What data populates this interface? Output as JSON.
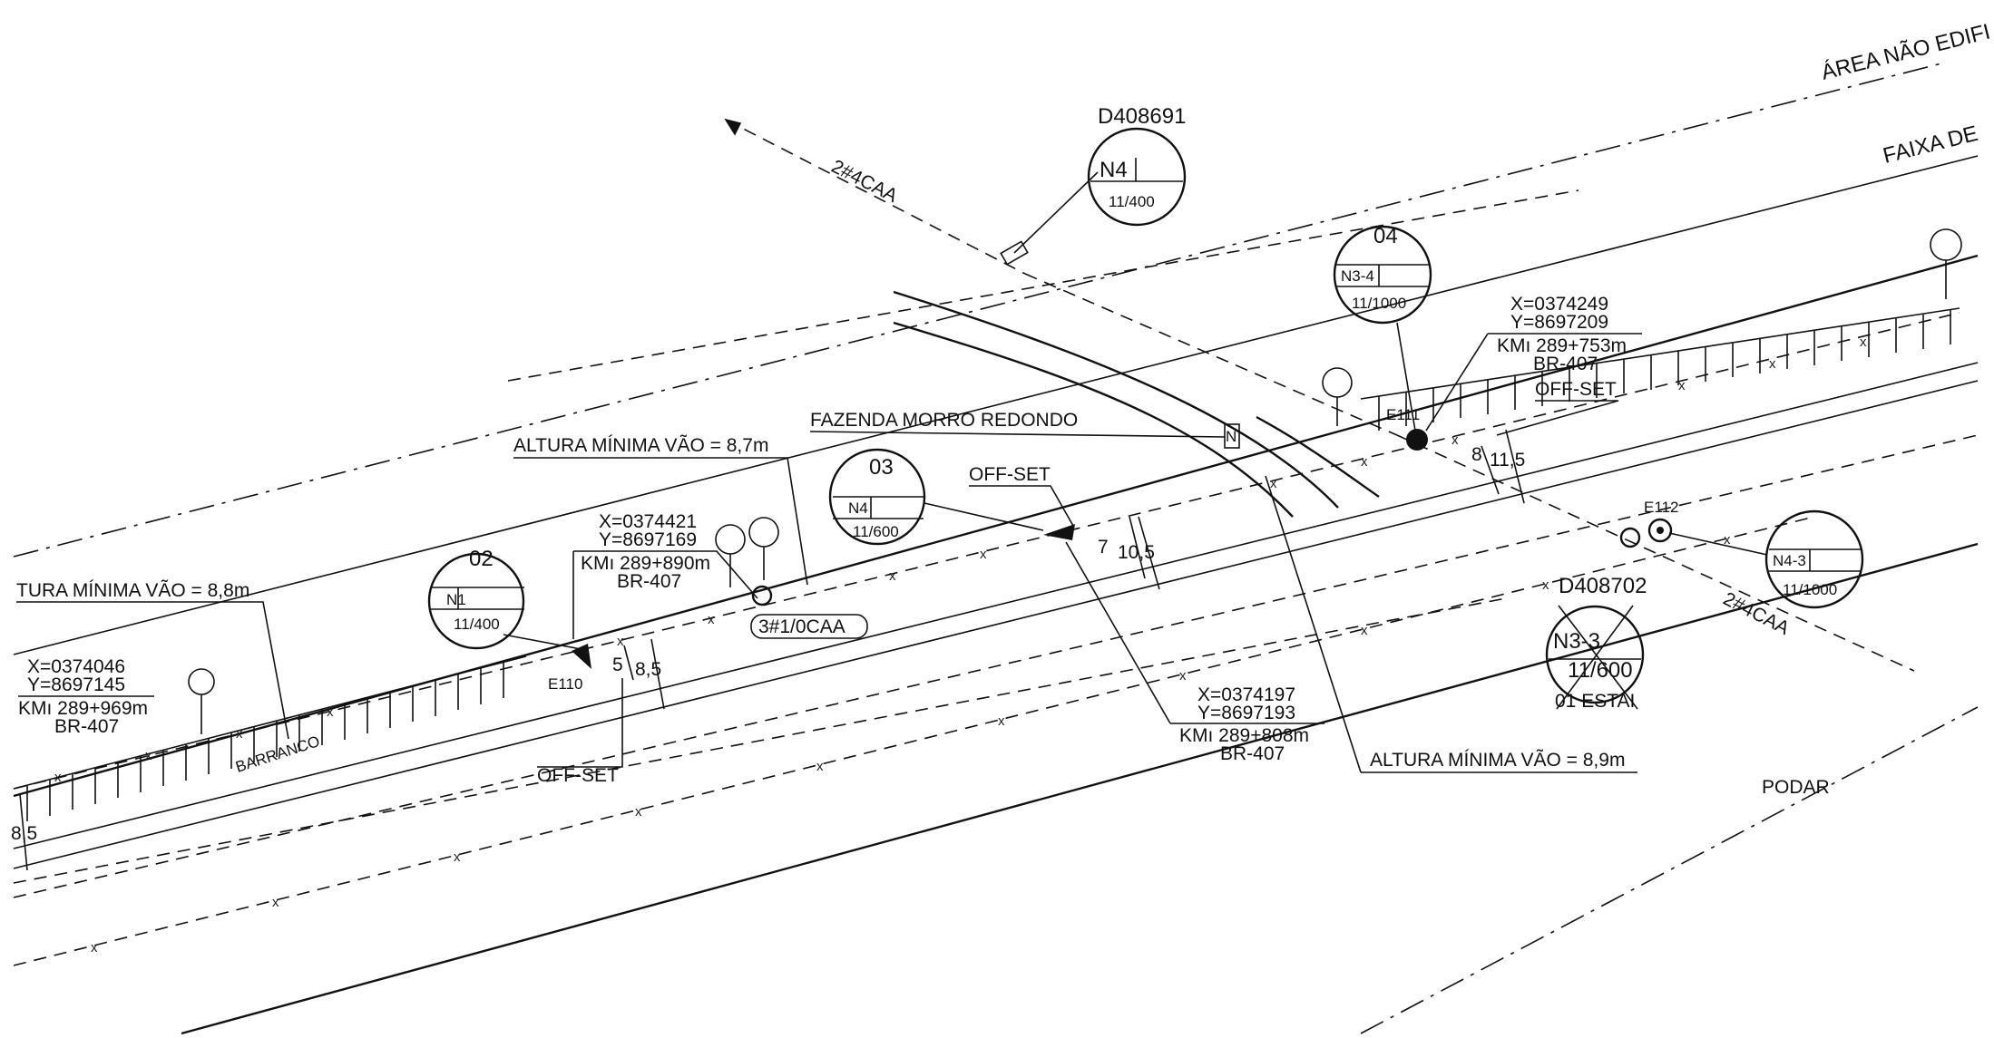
{
  "colors": {
    "ink": "#111111",
    "paper": "#ffffff"
  },
  "labels": {
    "area_nao_edif": "ÁREA NÃO EDIFI",
    "faixa_de": "FAIXA DE",
    "fazenda": "FAZENDA MORRO REDONDO",
    "altura_87": "ALTURA MÍNIMA VÃO  = 8,7m",
    "altura_88": "TURA MÍNIMA VÃO  = 8,8m",
    "altura_89": "ALTURA MÍNIMA VÃO  = 8,9m",
    "cable_2x4_top": "2#4CAA",
    "cable_2x4_right": "2#4CAA",
    "cable_3x1": "3#1/0CAA",
    "barranco": "BARRANCO",
    "podar": "PODAR",
    "estai": "01 ESTAI",
    "offset_1": "OFF-SET",
    "offset_2": "OFF-SET",
    "offset_3": "OFF-SET",
    "e110": "E110",
    "e111": "E111",
    "e112": "E112",
    "d408691": "D408691",
    "d408702": "D408702"
  },
  "dimensions": {
    "d_7": "7",
    "d_10_5": "10,5",
    "d_8_top": "8",
    "d_11_5": "11,5",
    "d_5": "5",
    "d_8_5_mid": "8,5",
    "d_8_5_left": "8,5"
  },
  "poles": [
    {
      "number": "02",
      "type": "N1",
      "rating": "11/400"
    },
    {
      "number": "03",
      "type": "N4",
      "rating": "11/600"
    },
    {
      "number": "04",
      "type": "N3-4",
      "rating": "11/1000"
    },
    {
      "number": "",
      "type": "N4",
      "rating": "11/400"
    },
    {
      "number": "",
      "type": "N4-3",
      "rating": "11/1000"
    },
    {
      "number": "",
      "type": "N3-3",
      "rating": "11/600"
    }
  ],
  "coords": [
    {
      "x": "X=0374046",
      "y": "Y=8697145",
      "km": "KMı  289+969m",
      "road": "BR-407"
    },
    {
      "x": "X=0374421",
      "y": "Y=8697169",
      "km": "KMı  289+890m",
      "road": "BR-407"
    },
    {
      "x": "X=0374197",
      "y": "Y=8697193",
      "km": "KMı  289+808m",
      "road": "BR-407"
    },
    {
      "x": "X=0374249",
      "y": "Y=8697209",
      "km": "KMı  289+753m",
      "road": "BR-407"
    }
  ],
  "marks": {
    "x": "x",
    "n": "N"
  }
}
